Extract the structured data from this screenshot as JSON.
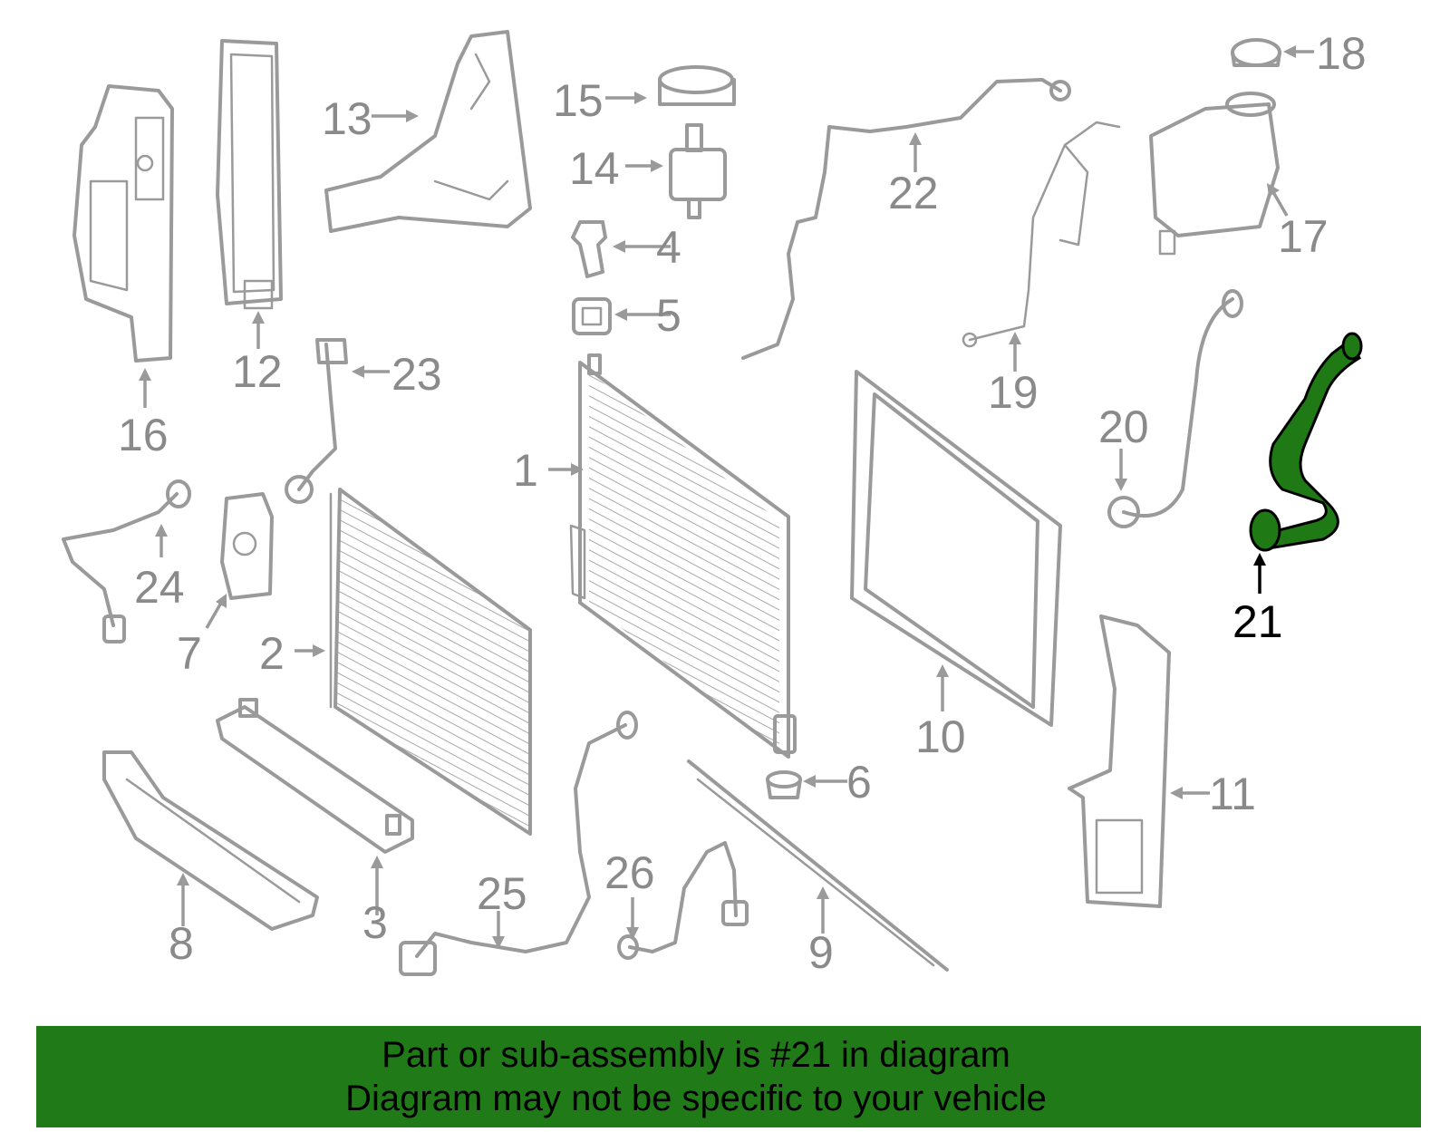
{
  "diagram": {
    "highlight_color": "#207a18",
    "callouts": [
      "1",
      "2",
      "3",
      "4",
      "5",
      "6",
      "7",
      "8",
      "9",
      "10",
      "11",
      "12",
      "13",
      "14",
      "15",
      "16",
      "17",
      "18",
      "19",
      "20",
      "21",
      "22",
      "23",
      "24",
      "25",
      "26"
    ],
    "highlighted_callout": "21"
  },
  "banner": {
    "line1": "Part or sub-assembly is #21 in diagram",
    "line2": "Diagram may not be specific to your vehicle",
    "background": "#207a18"
  }
}
